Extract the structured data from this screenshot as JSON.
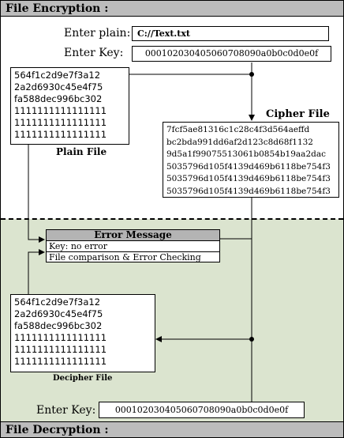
{
  "sections": {
    "encryption_title": "File Encryption :",
    "decryption_title": "File Decryption :"
  },
  "encrypt": {
    "plain_label": "Enter plain:",
    "plain_value": "C://Text.txt",
    "key_label": "Enter Key:",
    "key_value": "000102030405060708090a0b0c0d0e0f"
  },
  "plain_file": {
    "caption": "Plain File",
    "lines": [
      "564f1c2d9e7f3a12",
      "2a2d6930c45e4f75",
      "fa588dec996bc302",
      "1111111111111111",
      "1111111111111111",
      "1111111111111111"
    ]
  },
  "cipher_file": {
    "caption": "Cipher File",
    "lines": [
      "7fcf5ae81316c1c28c4f3d564aeffd",
      "bc2bda991dd6af2d123c8d68f1132",
      "9d5a1f99075513061b0854b19aa2dac",
      "5035796d105f4139d469b6118be754f3",
      "5035796d105f4139d469b6118be754f3",
      "5035796d105f4139d469b6118be754f3"
    ]
  },
  "error_panel": {
    "title": "Error Message",
    "rows": [
      "Key: no error",
      "File comparison & Error Checking"
    ]
  },
  "decipher_file": {
    "caption": "Decipher File",
    "lines": [
      "564f1c2d9e7f3a12",
      "2a2d6930c45e4f75",
      "fa588dec996bc302",
      "1111111111111111",
      "1111111111111111",
      "1111111111111111"
    ]
  },
  "decrypt": {
    "key_label": "Enter Key:",
    "key_value": "000102030405060708090a0b0c0d0e0f"
  },
  "colors": {
    "title_bar": "#bcbcbc",
    "decrypt_background": "#dbe4cf",
    "error_header": "#b4b4b4"
  }
}
